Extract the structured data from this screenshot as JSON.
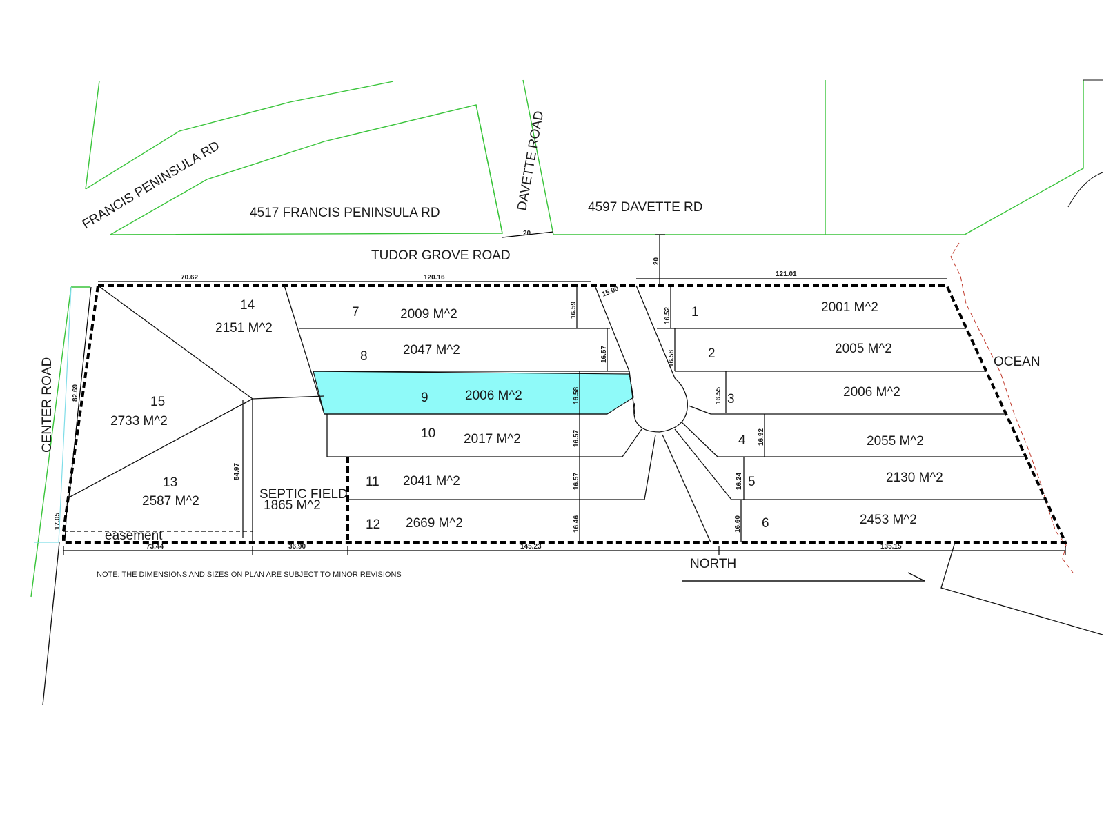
{
  "roads": {
    "francis_peninsula": "FRANCIS PENINSULA RD",
    "davette": "DAVETTE ROAD",
    "tudor_grove": "TUDOR GROVE ROAD",
    "center": "CENTER ROAD"
  },
  "parcels": {
    "francis_4517": "4517 FRANCIS PENINSULA RD",
    "davette_4597": "4597 DAVETTE RD"
  },
  "features": {
    "ocean": "OCEAN",
    "north": "NORTH",
    "easement": "easement",
    "septic_label": "SEPTIC FIELD",
    "septic_area": "1865 M^2"
  },
  "note": "NOTE: THE DIMENSIONS AND SIZES ON PLAN ARE SUBJECT TO MINOR REVISIONS",
  "lots": [
    {
      "number": "1",
      "area": "2001 M^2",
      "width": "16.52"
    },
    {
      "number": "2",
      "area": "2005 M^2",
      "width": "16.58"
    },
    {
      "number": "3",
      "area": "2006 M^2",
      "width": "16.55"
    },
    {
      "number": "4",
      "area": "2055 M^2",
      "width": "16.92"
    },
    {
      "number": "5",
      "area": "2130 M^2",
      "width": "16.24"
    },
    {
      "number": "6",
      "area": "2453 M^2",
      "width": "16.60"
    },
    {
      "number": "7",
      "area": "2009 M^2",
      "width": "16.59"
    },
    {
      "number": "8",
      "area": "2047 M^2",
      "width": "16.57"
    },
    {
      "number": "9",
      "area": "2006 M^2",
      "width": "16.58",
      "highlighted": true
    },
    {
      "number": "10",
      "area": "2017 M^2",
      "width": "16.57"
    },
    {
      "number": "11",
      "area": "2041 M^2",
      "width": "16.57"
    },
    {
      "number": "12",
      "area": "2669 M^2",
      "width": "16.46"
    },
    {
      "number": "13",
      "area": "2587 M^2"
    },
    {
      "number": "14",
      "area": "2151 M^2"
    },
    {
      "number": "15",
      "area": "2733 M^2"
    }
  ],
  "dimensions": {
    "top_west": "70.62",
    "top_middle": "120.16",
    "cul_de_sac": "15.00",
    "top_east": "121.01",
    "road_width_davette": "20",
    "road_width_access": "20",
    "west_upper": "82.69",
    "west_lower": "17.05",
    "septic_depth": "54.97",
    "bottom_1": "73.44",
    "bottom_2": "36.90",
    "bottom_3": "145.23",
    "bottom_4": "135.15"
  },
  "colors": {
    "highlight": "#8ffaf9",
    "roads": "#39c43a",
    "center_road_edge": "#7fdde8",
    "ocean_edge": "#c0392b"
  }
}
